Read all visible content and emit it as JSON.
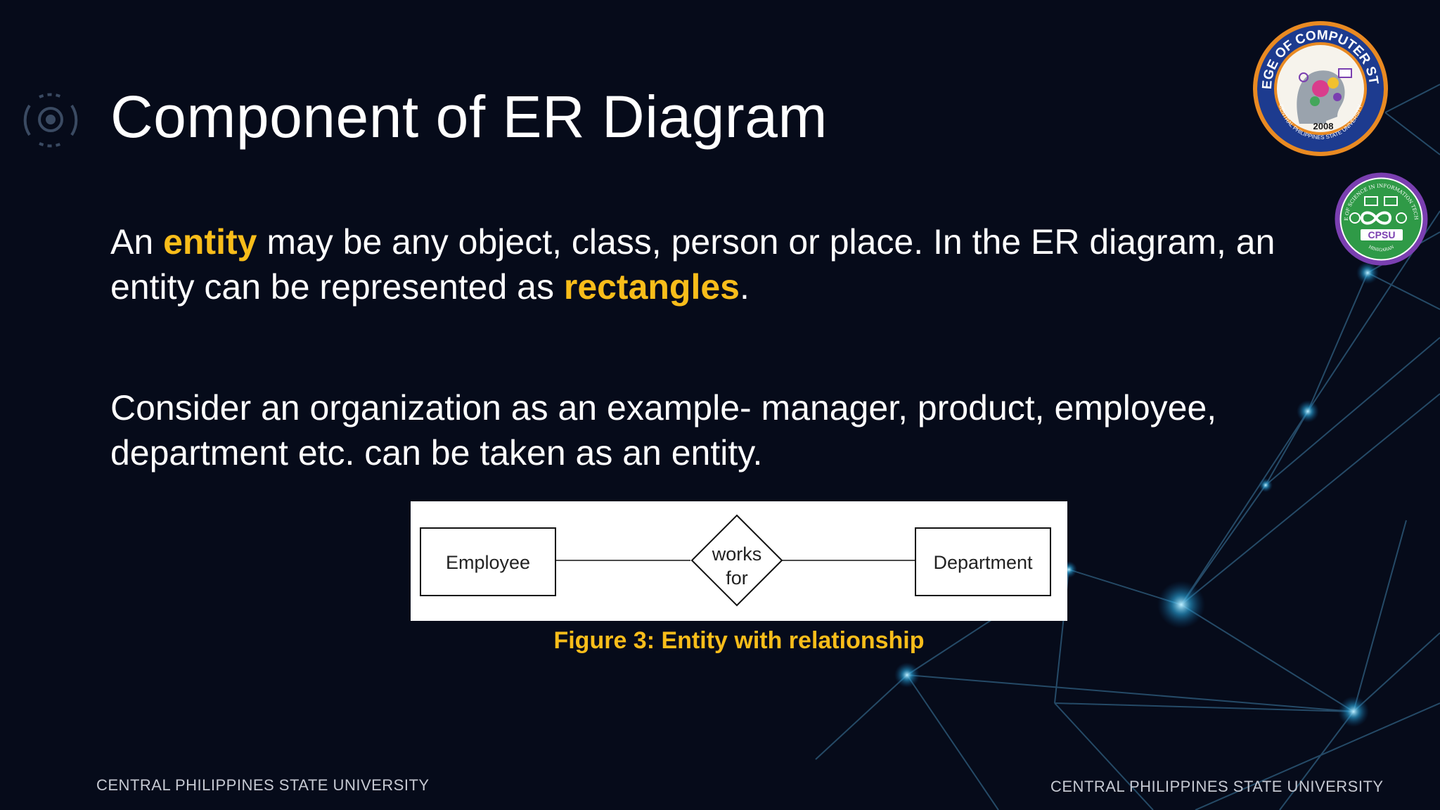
{
  "slide": {
    "title": "Component of ER Diagram",
    "para1": {
      "t1": "An ",
      "h1": "entity",
      "t2": " may be any object, class, person or place. In the ER diagram, an entity can be represented as ",
      "h2": "rectangles",
      "t3": "."
    },
    "para2": "Consider an organization as an example- manager, product, employee, department etc. can be taken as an entity."
  },
  "figure": {
    "entity_left": "Employee",
    "relationship_line1": "works",
    "relationship_line2": "for",
    "entity_right": "Department",
    "caption": "Figure 3: Entity with relationship"
  },
  "footer": {
    "left": "CENTRAL PHILIPPINES STATE UNIVERSITY",
    "right": "CENTRAL PHILIPPINES STATE UNIVERSITY"
  },
  "logos": {
    "ccs_seal_text": "COLLEGE OF COMPUTER STUDIES",
    "ccs_seal_year": "2008",
    "ccs_seal_bottom": "CENTRAL PHILIPPINES STATE UNIVERSITY",
    "cpsu_seal_text": "CPSU",
    "cpsu_seal_ring": "COLLEGE OF SCIENCE IN INFORMATION TECHNOLOGY",
    "cpsu_seal_bottom": "HINIGARAN"
  },
  "colors": {
    "background": "#060b1a",
    "highlight": "#f9bd1a",
    "text": "#ffffff"
  }
}
